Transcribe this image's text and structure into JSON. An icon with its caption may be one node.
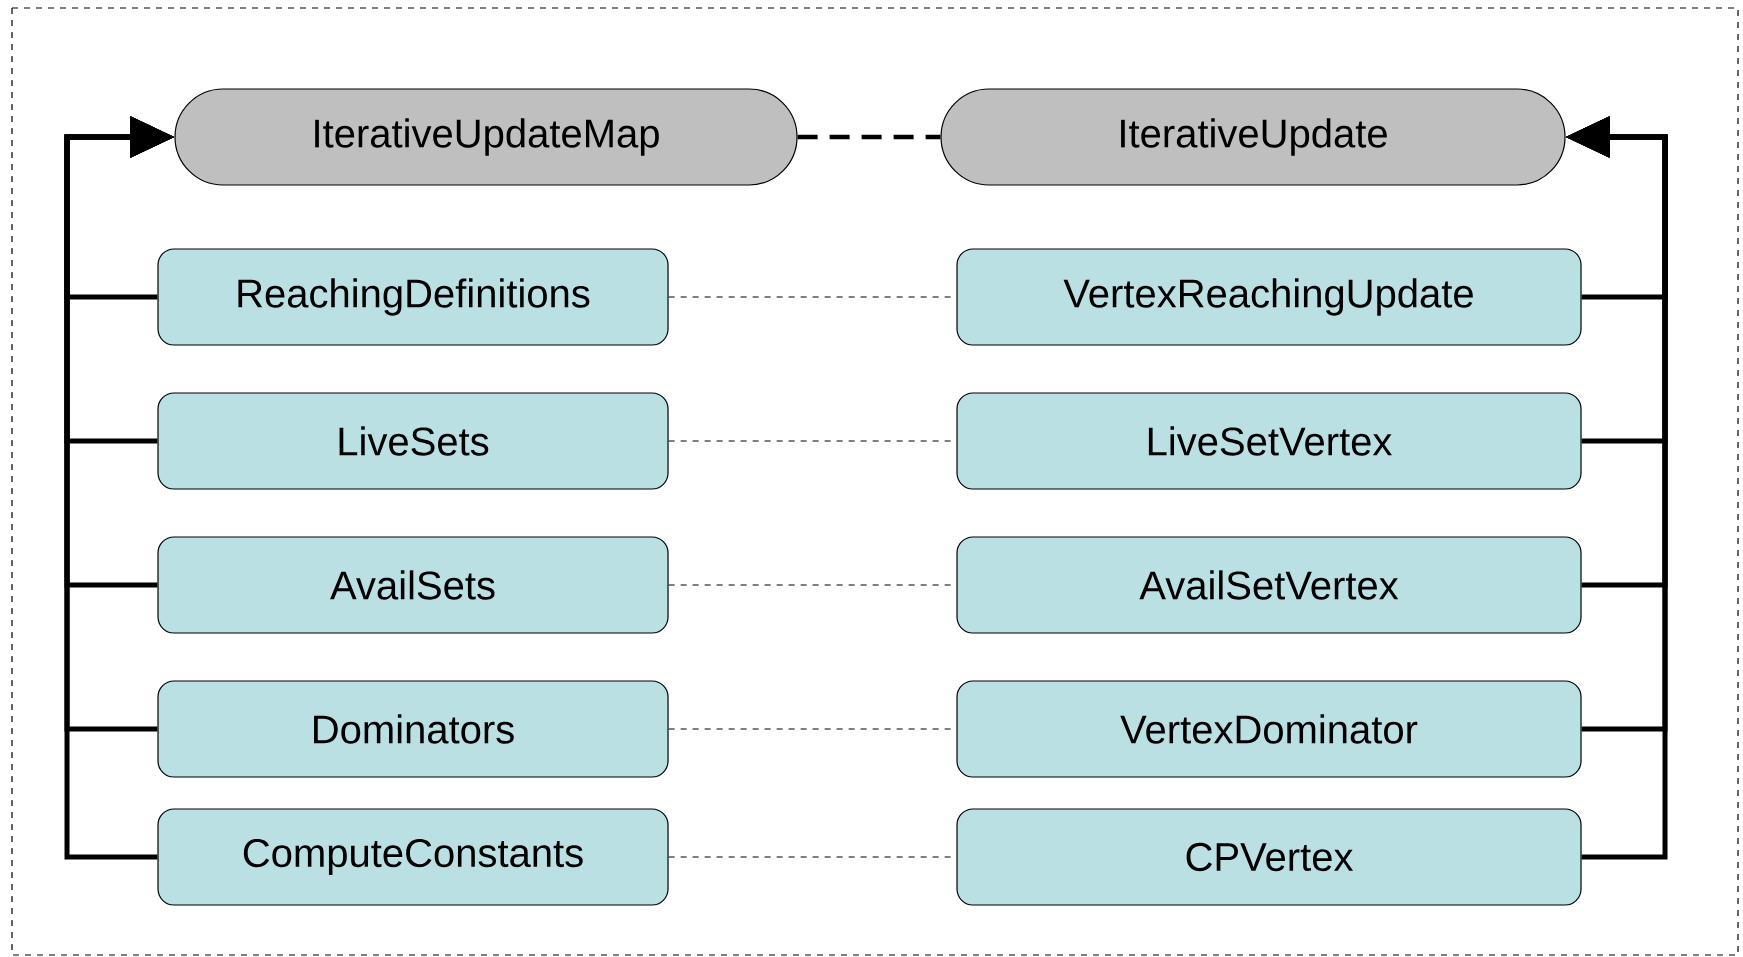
{
  "diagram": {
    "nodes": [
      {
        "text": [
          "IterativeUpdateMap"
        ]
      },
      {
        "text": [
          "IterativeUpdate"
        ]
      },
      {
        "text": [
          "ReachingDefinitions"
        ]
      },
      {
        "text": [
          "VertexReachingUpdate"
        ]
      },
      {
        "text": [
          "LiveSets"
        ]
      },
      {
        "text": [
          "LiveSetVertex"
        ]
      },
      {
        "text": [
          "AvailSets"
        ]
      },
      {
        "text": [
          "AvailSetVertex"
        ]
      },
      {
        "text": [
          "Dominators"
        ]
      },
      {
        "text": [
          "VertexDominator"
        ]
      },
      {
        "text": [
          "ComputeConstants"
        ]
      },
      {
        "text": [
          "CPVertex"
        ]
      }
    ],
    "edges": [
      {
        "from": 0,
        "to": 1,
        "arrow": "none",
        "style": "dashed"
      },
      {
        "from": 2,
        "to": 0,
        "arrow": "to"
      },
      {
        "from": 4,
        "to": 0,
        "arrow": "to"
      },
      {
        "from": 6,
        "to": 0,
        "arrow": "to"
      },
      {
        "from": 8,
        "to": 0,
        "arrow": "to"
      },
      {
        "from": 10,
        "to": 0,
        "arrow": "to"
      },
      {
        "from": 3,
        "to": 1,
        "arrow": "to"
      },
      {
        "from": 5,
        "to": 1,
        "arrow": "to"
      },
      {
        "from": 7,
        "to": 1,
        "arrow": "to"
      },
      {
        "from": 9,
        "to": 1,
        "arrow": "to"
      },
      {
        "from": 11,
        "to": 1,
        "arrow": "to"
      },
      {
        "from": 2,
        "to": 3,
        "arrow": "none",
        "style": "dashed"
      },
      {
        "from": 4,
        "to": 5,
        "arrow": "none",
        "style": "dashed"
      },
      {
        "from": 6,
        "to": 7,
        "arrow": "none",
        "style": "dashed"
      },
      {
        "from": 8,
        "to": 9,
        "arrow": "none",
        "style": "dashed"
      },
      {
        "from": 10,
        "to": 11,
        "arrow": "none",
        "style": "dashed"
      }
    ]
  }
}
